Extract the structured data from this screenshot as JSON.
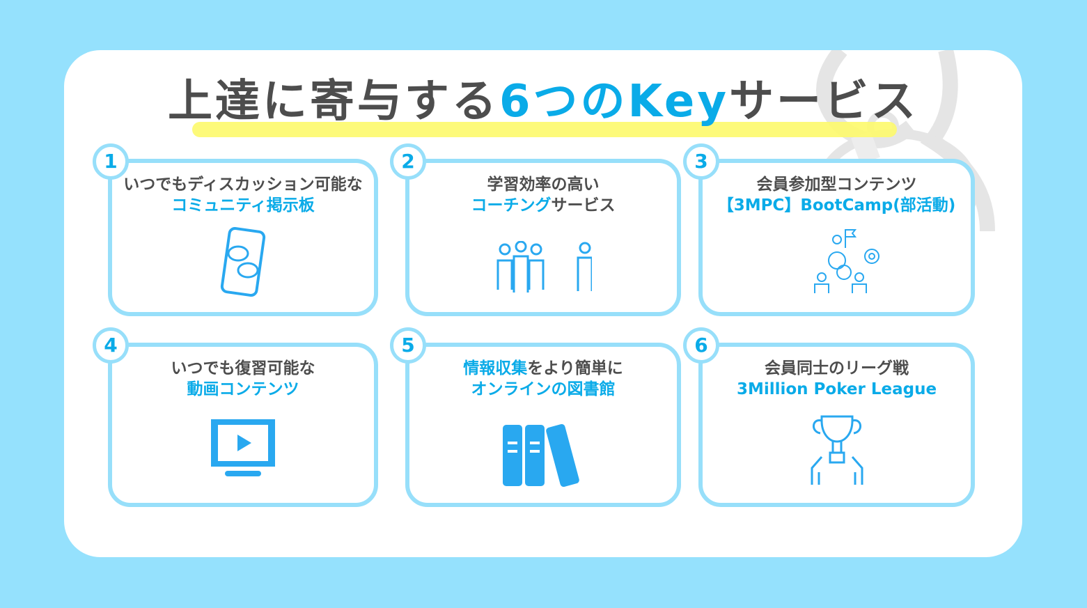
{
  "title": {
    "part1": "上達に寄与する",
    "part2": "6つのKey",
    "part3": "サービス"
  },
  "cards": [
    {
      "number": "1",
      "line1": "いつでもディスカッション可能な",
      "line2": "コミュニティ掲示板",
      "icon": "smartphone-chat-icon"
    },
    {
      "number": "2",
      "line1": "学習効率の高い",
      "line2_blue": "コーチング",
      "line2_dark": "サービス",
      "icon": "people-coaching-icon"
    },
    {
      "number": "3",
      "line1": "会員参加型コンテンツ",
      "line2": "【3MPC】BootCamp(部活動)",
      "icon": "team-goal-icon"
    },
    {
      "number": "4",
      "line1": "いつでも復習可能な",
      "line2": "動画コンテンツ",
      "icon": "video-monitor-icon"
    },
    {
      "number": "5",
      "line1_blue": "情報収集",
      "line1_dark": "をより簡単に",
      "line2": "オンラインの図書館",
      "icon": "books-icon"
    },
    {
      "number": "6",
      "line1": "会員同士のリーグ戦",
      "line2": "3Million Poker League",
      "icon": "trophy-icon"
    }
  ],
  "colors": {
    "background": "#95e1fd",
    "accent": "#0aabe8",
    "border": "#97dffa",
    "text": "#4d4d4d",
    "highlight": "#fdf96b"
  }
}
